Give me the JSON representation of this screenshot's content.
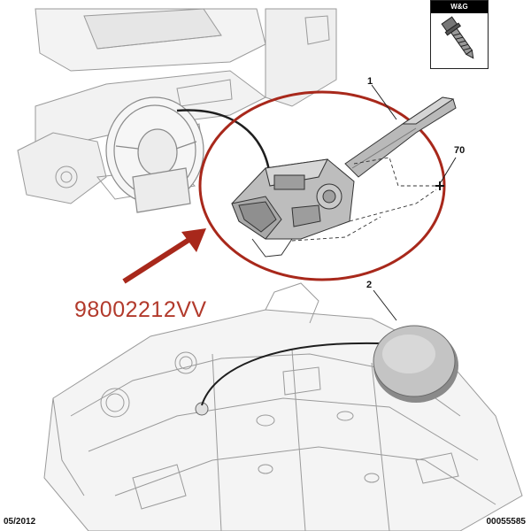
{
  "part_number": "98002212VV",
  "callouts": {
    "lever": "1",
    "cap": "2",
    "screw": "70"
  },
  "footer": {
    "date": "05/2012",
    "reference": "00055585"
  },
  "fastener_badge": {
    "brand": "W&G",
    "icon": "screw-icon"
  },
  "colors": {
    "highlight": "#a8281b",
    "part_number": "#b23a2c",
    "line": "#2a2a2a",
    "sketch": "#9a9a9a"
  }
}
